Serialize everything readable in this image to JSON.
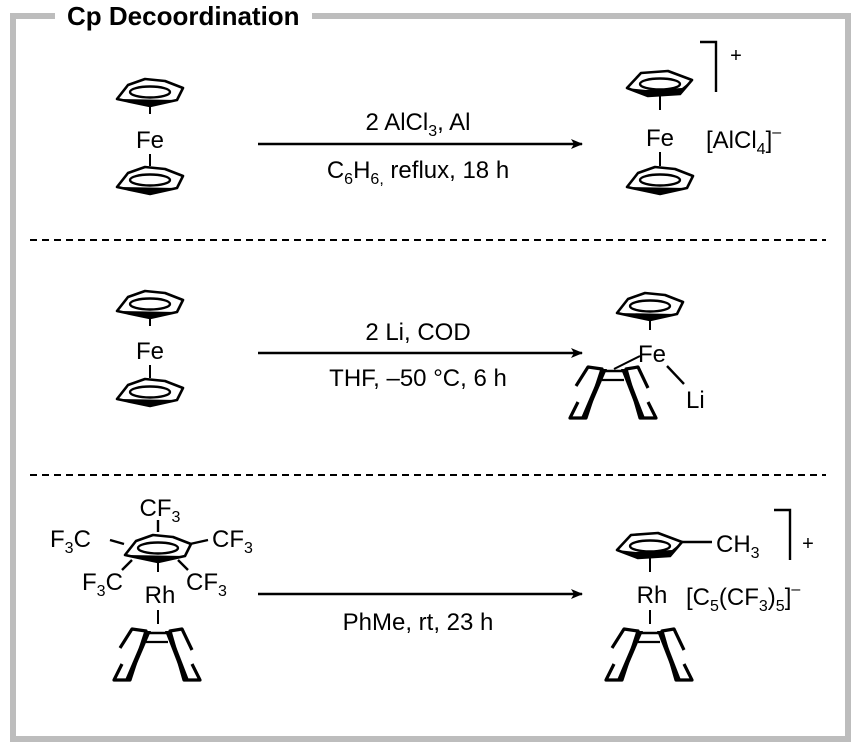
{
  "title": "Cp Decoordination",
  "reactions": [
    {
      "reactant_metal": "Fe",
      "conditions_above": {
        "text": "2 AlCl",
        "sub": "3",
        "tail": ", Al"
      },
      "conditions_below": {
        "pre": "C",
        "sub1": "6",
        "mid": "H",
        "sub2": "6,",
        "tail": " reflux, 18 h"
      },
      "product_metal": "Fe",
      "product_charge": "+",
      "counterion": {
        "pre": "[AlCl",
        "sub": "4",
        "post": "]",
        "sup": "–"
      }
    },
    {
      "reactant_metal": "Fe",
      "conditions_above": {
        "text": "2 Li, COD"
      },
      "conditions_below": {
        "text": "THF, –50 °C, 6 h"
      },
      "product_metal": "Fe",
      "product_ligand": "Li"
    },
    {
      "reactant_metal": "Rh",
      "reactant_substituents": {
        "top": "CF",
        "left": "F",
        "right": "CF",
        "lower_left": "F",
        "lower_right": "CF",
        "sub": "3",
        "c": "C"
      },
      "conditions_below": {
        "text": "PhMe, rt, 23 h"
      },
      "product_metal": "Rh",
      "product_substituent": {
        "pre": "CH",
        "sub": "3"
      },
      "product_charge": "+",
      "counterion": {
        "pre": "[C",
        "sub1": "5",
        "mid": "(CF",
        "sub2": "3",
        "mid2": ")",
        "sub3": "5",
        "post": "]",
        "sup": "–"
      }
    }
  ]
}
